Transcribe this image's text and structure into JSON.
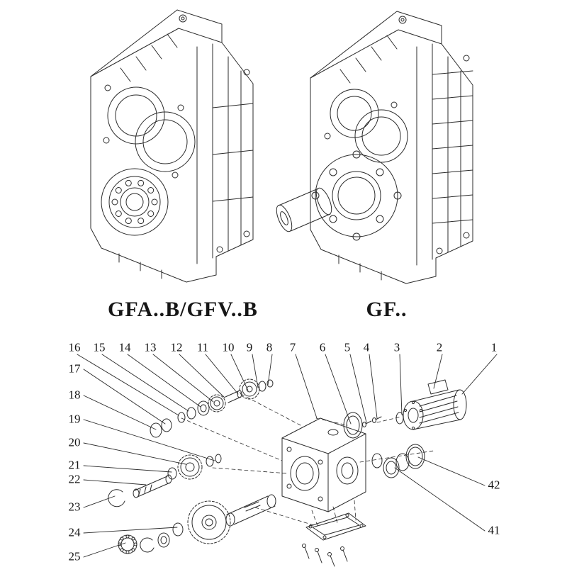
{
  "page": {
    "background": "#ffffff",
    "line_color": "#2b2b2b",
    "text_color": "#161616"
  },
  "models": {
    "left_label": "GFA..B/GFV..B",
    "right_label": "GF.."
  },
  "exploded": {
    "top_callouts": [
      "16",
      "15",
      "14",
      "13",
      "12",
      "11",
      "10",
      "9",
      "8",
      "7",
      "6",
      "5",
      "4",
      "3",
      "2",
      "1"
    ],
    "left_callouts": [
      "17",
      "18",
      "19",
      "20",
      "21",
      "22",
      "23",
      "24",
      "25"
    ],
    "right_callouts": [
      "42",
      "41"
    ]
  }
}
